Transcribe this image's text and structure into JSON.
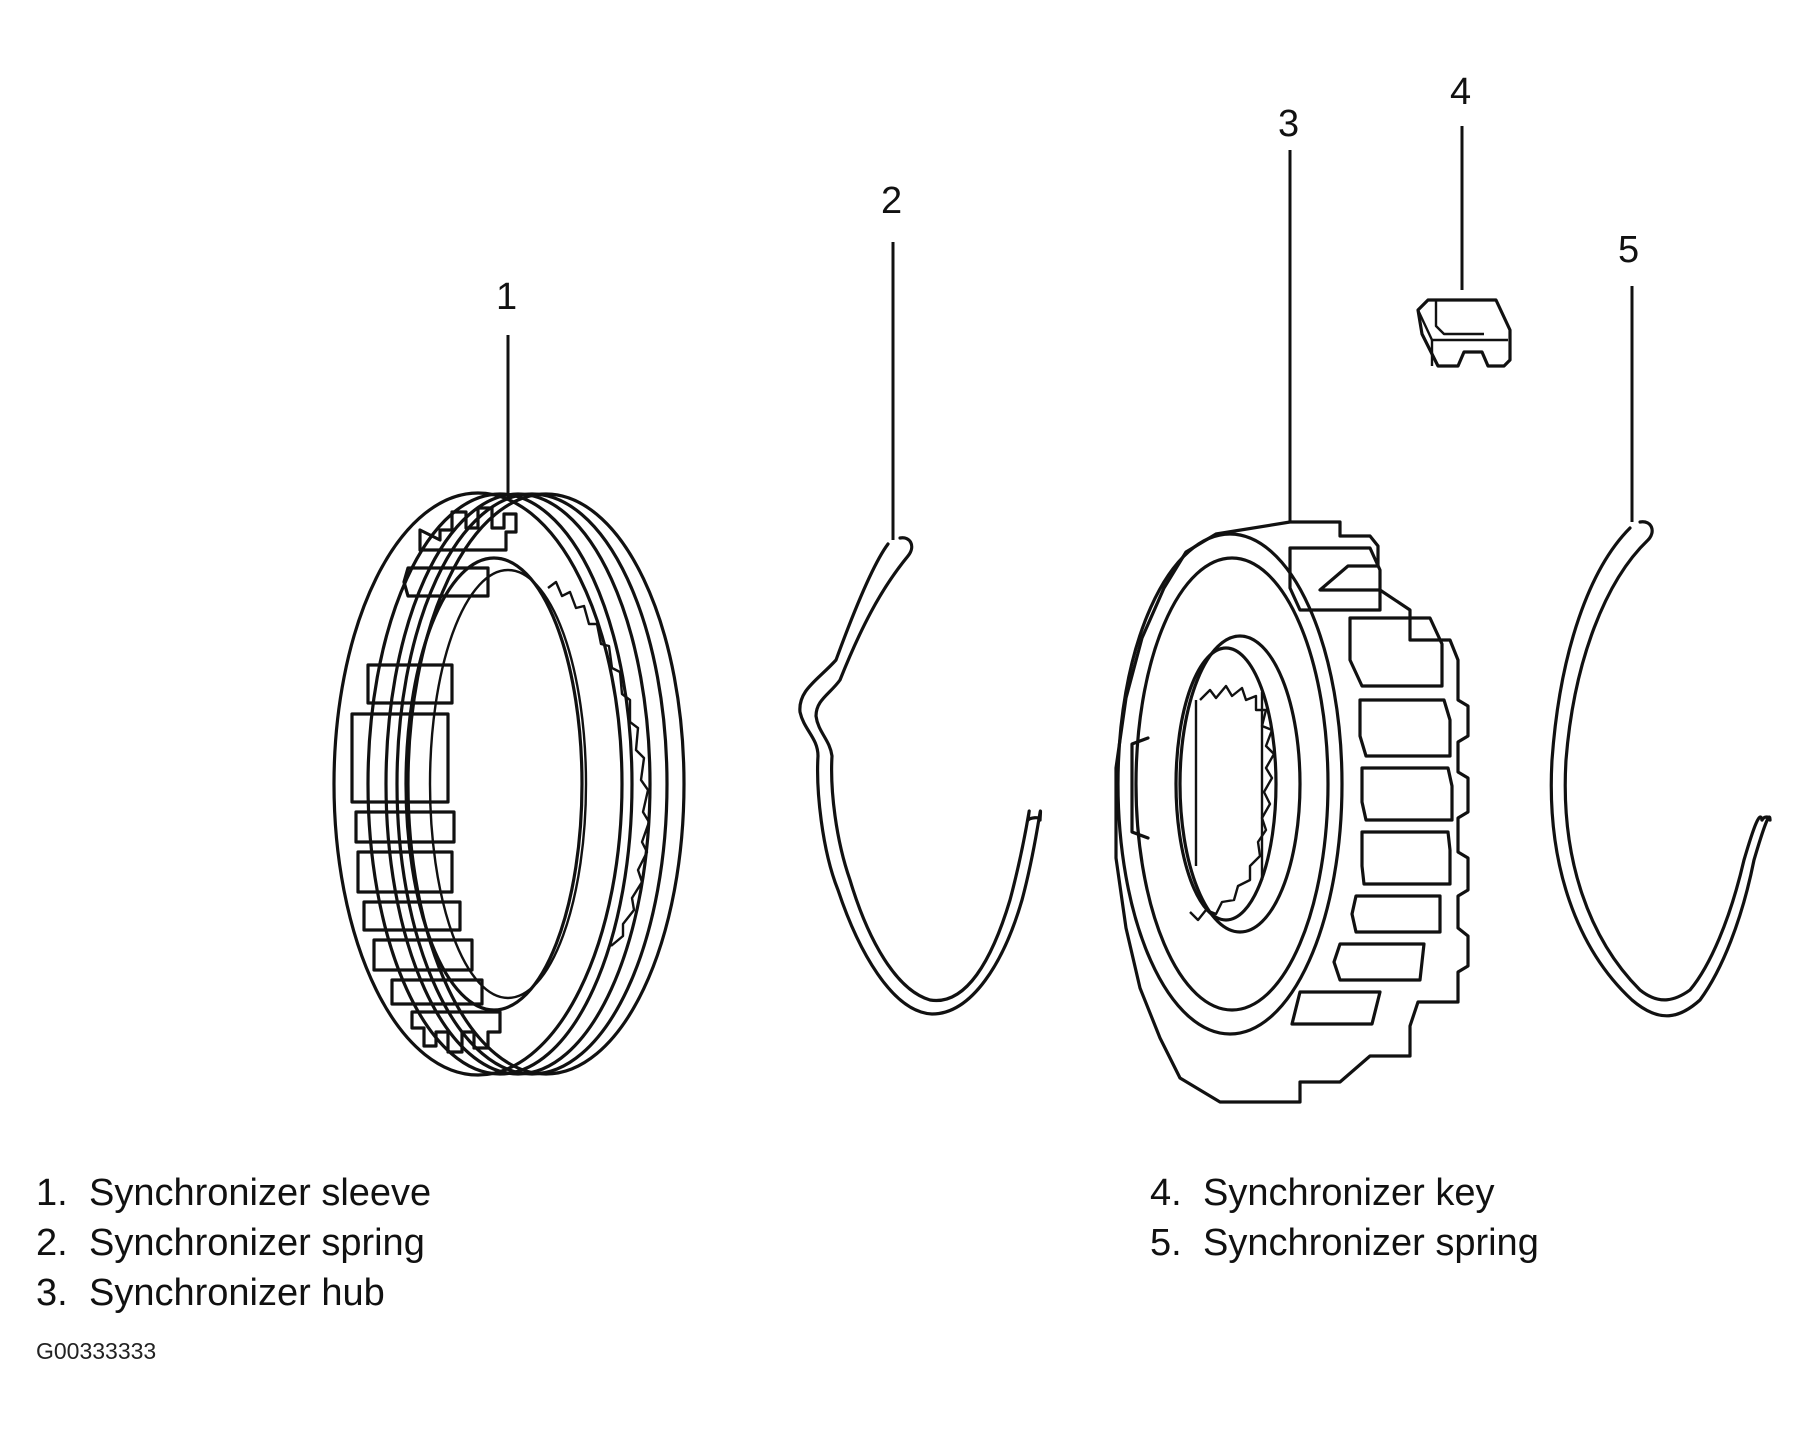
{
  "callouts": [
    "1",
    "2",
    "3",
    "4",
    "5"
  ],
  "legend": {
    "left": [
      {
        "num": "1.",
        "label": "Synchronizer sleeve"
      },
      {
        "num": "2.",
        "label": "Synchronizer spring"
      },
      {
        "num": "3.",
        "label": "Synchronizer hub"
      }
    ],
    "right": [
      {
        "num": "4.",
        "label": "Synchronizer key"
      },
      {
        "num": "5.",
        "label": "Synchronizer spring"
      }
    ]
  },
  "figure_id": "G00333333"
}
